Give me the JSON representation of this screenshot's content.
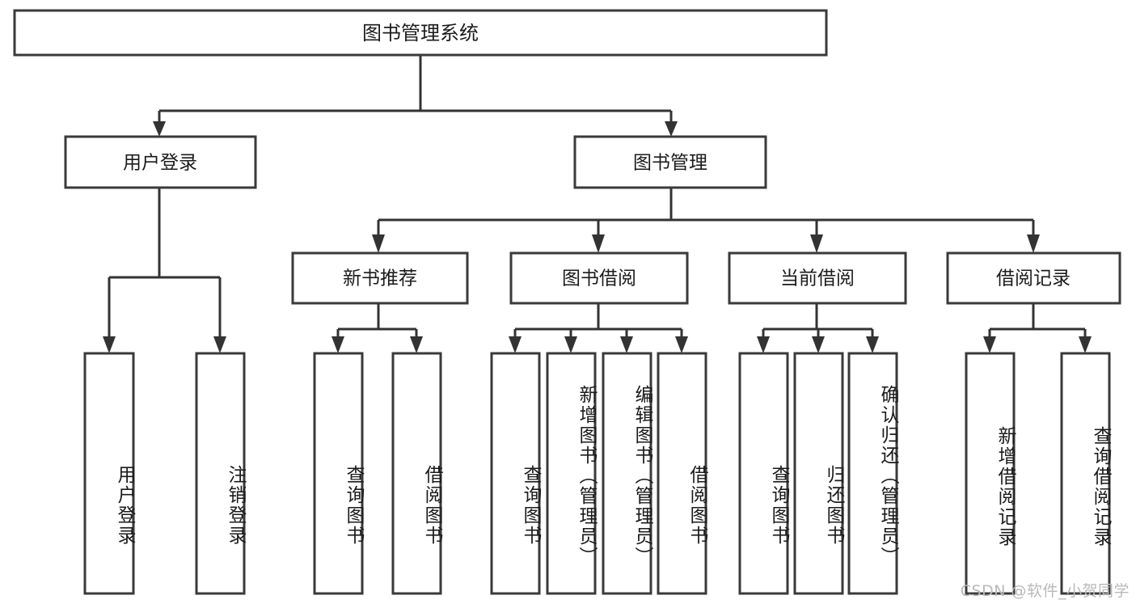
{
  "diagram": {
    "title": "图书管理系统",
    "type": "tree",
    "orientation": "top-down",
    "watermark": "CSDN @软件_小贺同学",
    "colors": {
      "background": "#ffffff",
      "box_fill": "#ffffff",
      "box_stroke": "#3a3a3a",
      "line": "#333333",
      "text": "#1b1b1b",
      "watermark": "#b9b9b9"
    },
    "nodes": {
      "root": {
        "label": "图书管理系统"
      },
      "level2": [
        {
          "id": "user-login",
          "label": "用户登录"
        },
        {
          "id": "book-manage",
          "label": "图书管理"
        }
      ],
      "level3": [
        {
          "id": "new-book-recommend",
          "label": "新书推荐"
        },
        {
          "id": "book-borrow",
          "label": "图书借阅"
        },
        {
          "id": "current-borrow",
          "label": "当前借阅"
        },
        {
          "id": "borrow-record",
          "label": "借阅记录"
        }
      ],
      "leaves": {
        "user_login": [
          {
            "id": "leaf-user-login",
            "label": "用户登录"
          },
          {
            "id": "leaf-logout-login",
            "label": "注销登录"
          }
        ],
        "new_book_recommend": [
          {
            "id": "leaf-query-book-1",
            "label": "查询图书"
          },
          {
            "id": "leaf-borrow-book-1",
            "label": "借阅图书"
          }
        ],
        "book_borrow": [
          {
            "id": "leaf-query-book-2",
            "label": "查询图书"
          },
          {
            "id": "leaf-add-book",
            "label": "新增图书（管理员）"
          },
          {
            "id": "leaf-edit-book",
            "label": "编辑图书（管理员）"
          },
          {
            "id": "leaf-borrow-book-2",
            "label": "借阅图书"
          }
        ],
        "current_borrow": [
          {
            "id": "leaf-query-book-3",
            "label": "查询图书"
          },
          {
            "id": "leaf-return-book",
            "label": "归还图书"
          },
          {
            "id": "leaf-confirm-return",
            "label": "确认归还（管理员）"
          }
        ],
        "borrow_record": [
          {
            "id": "leaf-add-record",
            "label": "新增借阅记录"
          },
          {
            "id": "leaf-query-record",
            "label": "查询借阅记录"
          }
        ]
      }
    }
  }
}
